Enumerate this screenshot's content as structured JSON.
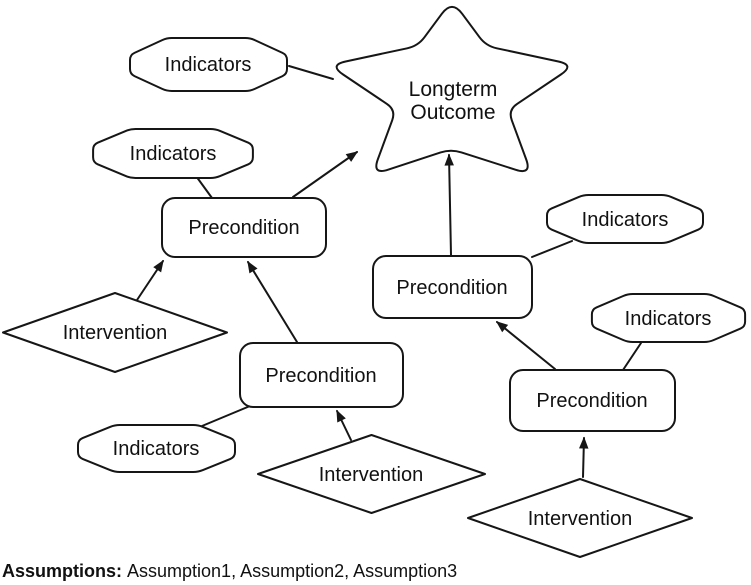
{
  "diagram": {
    "star": {
      "line1": "Longterm",
      "line2": "Outcome"
    },
    "preconditions": [
      {
        "label": "Precondition"
      },
      {
        "label": "Precondition"
      },
      {
        "label": "Precondition"
      },
      {
        "label": "Precondition"
      }
    ],
    "indicators": [
      {
        "label": "Indicators"
      },
      {
        "label": "Indicators"
      },
      {
        "label": "Indicators"
      },
      {
        "label": "Indicators"
      },
      {
        "label": "Indicators"
      }
    ],
    "interventions": [
      {
        "label": "Intervention"
      },
      {
        "label": "Intervention"
      },
      {
        "label": "Intervention"
      }
    ]
  },
  "caption": {
    "label": "Assumptions:",
    "items": "Assumption1, Assumption2, Assumption3"
  },
  "colors": {
    "stroke": "#161616",
    "text": "#111111",
    "background": "#ffffff"
  }
}
